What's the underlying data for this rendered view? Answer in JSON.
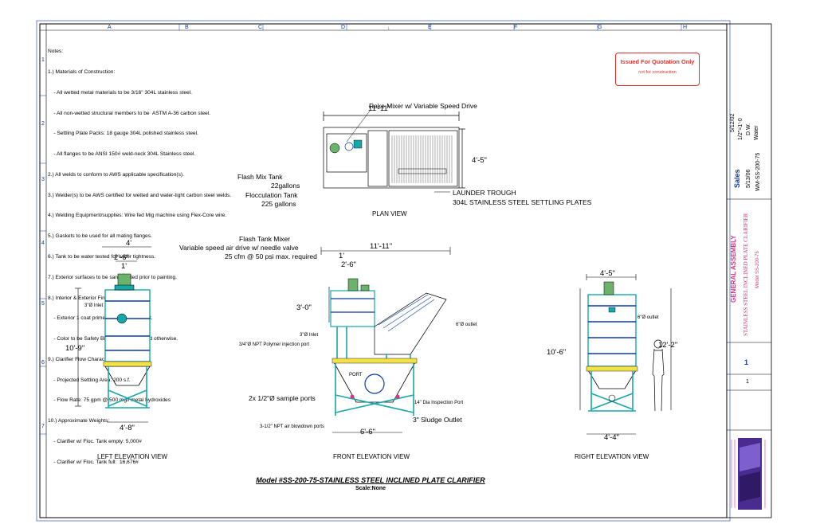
{
  "grid": {
    "columns": [
      "A",
      "B",
      "C",
      "D",
      "E",
      "F",
      "G",
      "H"
    ],
    "rows": [
      "1",
      "2",
      "3",
      "4",
      "5",
      "6",
      "7"
    ]
  },
  "notes": [
    "Notes:",
    "1.) Materials of Construction:",
    "    - All wetted metal materials to be 3/16\" 304L stainless steel.",
    "    - All non-wetted structural members to be  ASTM A-36 carbon steel.",
    "    - Settling Plate Packs: 18 gauge 304L polished stainless steel.",
    "    - All flanges to be ANSI 150# weld-neck 304L Stainless steel.",
    "2.) All welds to conform to AWS applicable specification(s).",
    "3.) Welder(s) to be AWS certified for wetted and water-tight carbon steel welds.",
    "4.) Welding Equipment/supplies: Wire fed Mig machine using Flex-Core wire.",
    "5.) Gaskets to be used for all mating flanges.",
    "6.) Tank to be water tested for water tightness.",
    "7.) Exterior surfaces to be sandblasted prior to painting.",
    "8.) Interior & Exterior Finish:",
    "    - Exterior 1 coat primer, UV resistant paint.",
    "    - Color to be Safety Blue unless requested otherwise.",
    "9.) Clarifier Flow Characteristics:",
    "    - Projected Settling Area: 200 s.f.",
    "    - Flow Rate: 75 gpm @ 500 mg/l metal hydroxides",
    "10.) Approximate Weights:",
    "    - Clarifier w/ Floc. Tank empty: 5,000#",
    "    - Clarifier w/ Floc. Tank full:  16,676#"
  ],
  "stamp": {
    "title": "Issued For Quotation Only",
    "subtitle": "not for construction"
  },
  "plan_view": {
    "title": "PLAN VIEW",
    "dim_length": "11'-11\"",
    "dim_width": "4'-5\"",
    "rake_mixer": "Rake Mixer w/ Variable Speed Drive",
    "flash_mix_tank": "Flash Mix Tank",
    "flash_mix_volume": "22gallons",
    "flocculation_tank": "Flocculation Tank",
    "flocculation_volume": "225 gallons",
    "launder": "LAUNDER TROUGH",
    "plates": "304L STAINLESS STEEL SETTLING PLATES"
  },
  "left_view": {
    "title": "LEFT ELEVATION VIEW",
    "dim_top": "4'",
    "dim_mid": "2'-6\"",
    "dim_small": "1'",
    "dim_height": "10'-9\"",
    "dim_base": "4'-8\"",
    "inlet": "3\"Ø Inlet"
  },
  "front_view": {
    "title": "FRONT ELEVATION VIEW",
    "dim_length": "11'-11\"",
    "dim_1": "1'",
    "dim_2": "2'-6\"",
    "dim_3": "3'-0\"",
    "dim_base": "6'-6\"",
    "flash_mixer": "Flash Tank Mixer",
    "air_drive": "Variable speed air drive w/ needle valve",
    "air_req": "25 cfm @ 50 psi max. required",
    "inlet": "3\"Ø Inlet",
    "polymer": "3/4\"Ø NPT Polymer injection port",
    "outlet": "6\"Ø outlet",
    "sample": "2x 1/2\"Ø sample ports",
    "inspection": "14\" Dia Inspection Port",
    "sludge": "3\" Sludge Outlet",
    "blowdown": "3-1/2\" NPT air blowdown ports",
    "port_tag": "PORT"
  },
  "right_view": {
    "title": "RIGHT ELEVATION VIEW",
    "dim_top": "4'-5\"",
    "dim_height": "10'-6\"",
    "dim_person": "12'-2\"",
    "dim_base": "4'-4\"",
    "outlet": "6\"Ø outlet"
  },
  "model": {
    "title": "Model #SS-200-75-STAINLESS STEEL INCLINED PLATE CLARIFIER",
    "scale": "Scale:None"
  },
  "title_block": {
    "date": "5/12/02",
    "scale": "1/2\"=1'-0",
    "drawn": "D.W.",
    "material": "Water",
    "sales": "Sales",
    "last_update": "5/13/06",
    "dwg_id": "WM-SS-200-75",
    "heading": "GENERAL ASSEMBLY",
    "subheading": "STAINLESS STEEL INCLINED PLATE CLARIFIER",
    "model_no": "Model SS-200-75",
    "sheet": "1",
    "of": "1"
  },
  "colors": {
    "frame_cyan": "#17a7a7",
    "border_blue": "#0a3aa8",
    "stamp_red": "#e03131",
    "logo_purple": "#4b2b8f"
  }
}
